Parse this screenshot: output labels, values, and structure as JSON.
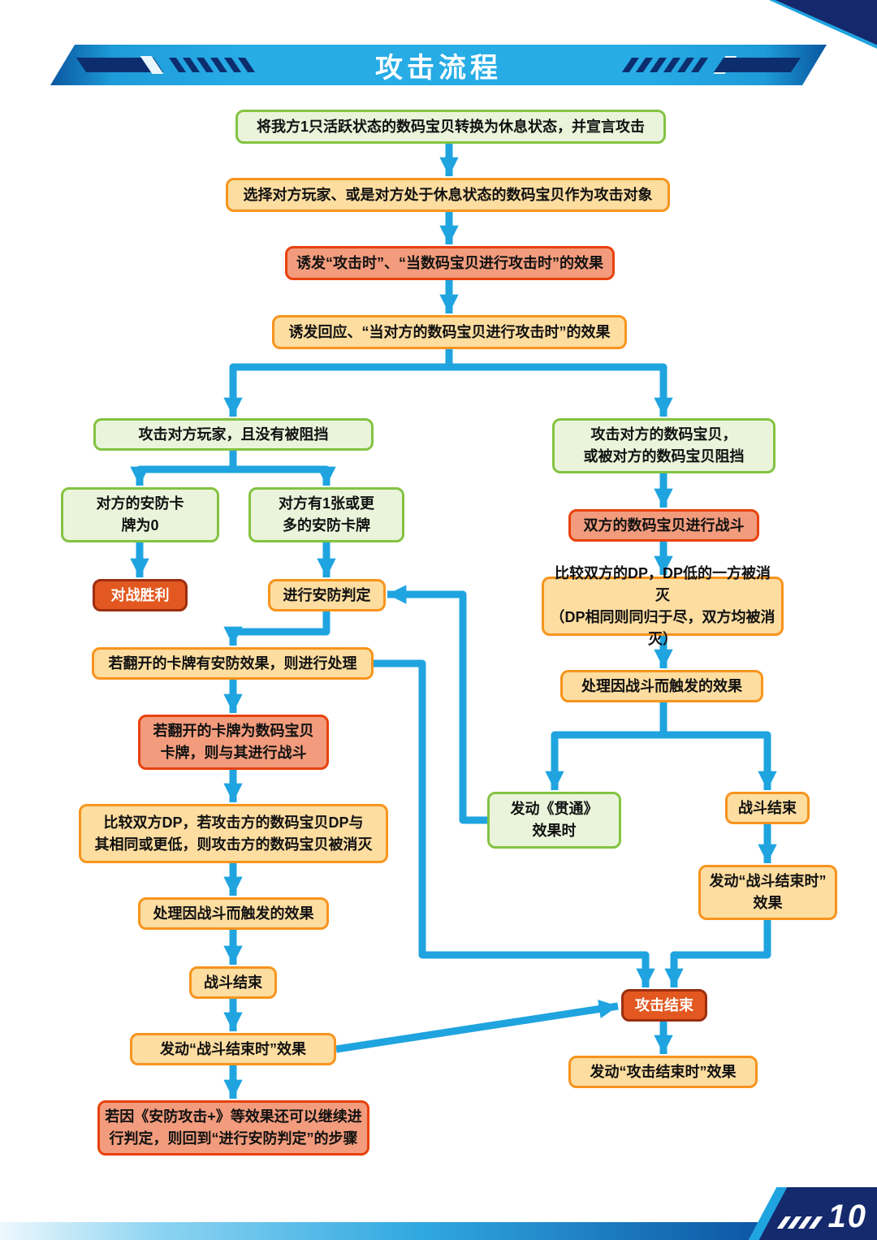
{
  "title": "攻击流程",
  "page_number": "10",
  "colors": {
    "arrow": "#1fa4e0",
    "green_fill": "#eaf4db",
    "green_border": "#83c341",
    "orange_fill": "#fddda0",
    "orange_border": "#f7941d",
    "salmon_fill": "#f29c7d",
    "salmon_border": "#e8420d",
    "dark_fill": "#e25820",
    "dark_border": "#9c2e0f",
    "banner_blue": "#27ace6",
    "corner_navy": "#14286b"
  },
  "nodes": {
    "declare_attack": {
      "text": "将我方1只活跃状态的数码宝贝转换为休息状态，并宣言攻击"
    },
    "choose_target": {
      "text": "选择对方玩家、或是对方处于休息状态的数码宝贝作为攻击对象"
    },
    "trigger_when_attacking": {
      "text": "诱发“攻击时”、“当数码宝贝进行攻击时”的效果"
    },
    "trigger_response": {
      "text": "诱发回应、“当对方的数码宝贝进行攻击时”的效果"
    },
    "attack_player_unblocked": {
      "text": "攻击对方玩家，且没有被阻挡"
    },
    "security_zero": {
      "text": "对方的安防卡\n牌为0"
    },
    "security_one_or_more": {
      "text": "对方有1张或更\n多的安防卡牌"
    },
    "battle_victory": {
      "text": "对战胜利"
    },
    "security_check": {
      "text": "进行安防判定"
    },
    "security_effect_process": {
      "text": "若翻开的卡牌有安防效果，则进行处理"
    },
    "security_digimon_battle": {
      "text": "若翻开的卡牌为数码宝贝\n卡牌，则与其进行战斗"
    },
    "compare_dp_security": {
      "text": "比较双方DP，若攻击方的数码宝贝DP与\n其相同或更低，则攻击方的数码宝贝被消灭"
    },
    "process_battle_effects_left": {
      "text": "处理因战斗而触发的效果"
    },
    "battle_end_left": {
      "text": "战斗结束"
    },
    "battle_end_effects_left": {
      "text": "发动“战斗结束时”效果"
    },
    "security_attack_plus": {
      "text": "若因《安防攻击+》等效果还可以继续进\n行判定，则回到“进行安防判定”的步骤"
    },
    "attack_digimon_or_blocked": {
      "text": "攻击对方的数码宝贝，\n或被对方的数码宝贝阻挡"
    },
    "both_battle": {
      "text": "双方的数码宝贝进行战斗"
    },
    "compare_dp_battle": {
      "text": "比较双方的DP，DP低的一方被消灭\n（DP相同则同归于尽，双方均被消灭）"
    },
    "process_battle_effects_right": {
      "text": "处理因战斗而触发的效果"
    },
    "piercing_effect": {
      "text": "发动《贯通》\n效果时"
    },
    "battle_end_right": {
      "text": "战斗结束"
    },
    "battle_end_effects_right": {
      "text": "发动“战斗结束时”\n效果"
    },
    "attack_end": {
      "text": "攻击结束"
    },
    "attack_end_effects": {
      "text": "发动“攻击结束时”效果"
    }
  },
  "edges": [
    {
      "from": "declare_attack",
      "to": "choose_target"
    },
    {
      "from": "choose_target",
      "to": "trigger_when_attacking"
    },
    {
      "from": "trigger_when_attacking",
      "to": "trigger_response"
    },
    {
      "from": "trigger_response",
      "to": "attack_player_unblocked"
    },
    {
      "from": "trigger_response",
      "to": "attack_digimon_or_blocked"
    },
    {
      "from": "attack_player_unblocked",
      "to": "security_zero"
    },
    {
      "from": "attack_player_unblocked",
      "to": "security_one_or_more"
    },
    {
      "from": "security_zero",
      "to": "battle_victory"
    },
    {
      "from": "security_one_or_more",
      "to": "security_check"
    },
    {
      "from": "security_check",
      "to": "security_effect_process"
    },
    {
      "from": "security_effect_process",
      "to": "security_digimon_battle"
    },
    {
      "from": "security_effect_process",
      "to": "attack_end"
    },
    {
      "from": "security_digimon_battle",
      "to": "compare_dp_security"
    },
    {
      "from": "compare_dp_security",
      "to": "process_battle_effects_left"
    },
    {
      "from": "process_battle_effects_left",
      "to": "battle_end_left"
    },
    {
      "from": "battle_end_left",
      "to": "battle_end_effects_left"
    },
    {
      "from": "battle_end_effects_left",
      "to": "security_attack_plus"
    },
    {
      "from": "battle_end_effects_left",
      "to": "attack_end"
    },
    {
      "from": "attack_digimon_or_blocked",
      "to": "both_battle"
    },
    {
      "from": "both_battle",
      "to": "compare_dp_battle"
    },
    {
      "from": "compare_dp_battle",
      "to": "process_battle_effects_right"
    },
    {
      "from": "process_battle_effects_right",
      "to": "piercing_effect"
    },
    {
      "from": "process_battle_effects_right",
      "to": "battle_end_right"
    },
    {
      "from": "piercing_effect",
      "to": "security_check"
    },
    {
      "from": "battle_end_right",
      "to": "battle_end_effects_right"
    },
    {
      "from": "battle_end_effects_right",
      "to": "attack_end"
    },
    {
      "from": "attack_end",
      "to": "attack_end_effects"
    }
  ]
}
